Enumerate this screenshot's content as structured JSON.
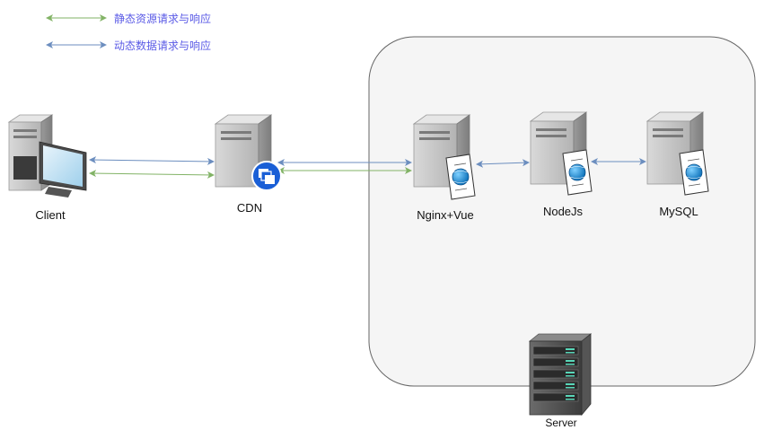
{
  "legend": {
    "static_label": "静态资源请求与响应",
    "static_color": "#82b366",
    "dynamic_label": "动态数据请求与响应",
    "dynamic_color": "#6c8ebf"
  },
  "nodes": {
    "client": "Client",
    "cdn": "CDN",
    "nginx": "Nginx+Vue",
    "nodejs": "NodeJs",
    "mysql": "MySQL",
    "server": "Server"
  },
  "icons": {
    "client": "desktop-computer-icon",
    "cdn": "cdn-server-icon",
    "nginx": "web-server-icon",
    "nodejs": "web-server-icon",
    "mysql": "web-server-icon",
    "server": "server-rack-icon"
  },
  "colors": {
    "container_fill": "#f5f5f5",
    "container_stroke": "#666666"
  }
}
